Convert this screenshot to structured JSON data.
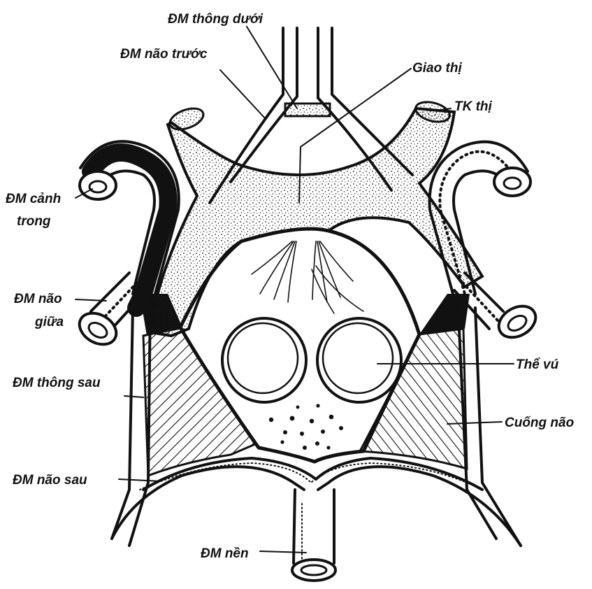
{
  "colors": {
    "ink": "#111111",
    "paper": "#ffffff",
    "stipple": "#1a1a1a"
  },
  "labels": {
    "dm_thong_duoi": "ĐM thông dưới",
    "dm_nao_truoc": "ĐM não trước",
    "giao_thi": "Giao thị",
    "tk_thi": "TK thị",
    "dm_canh_trong_1": "ĐM cảnh",
    "dm_canh_trong_2": "trong",
    "dm_nao_giua_1": "ĐM não",
    "dm_nao_giua_2": "giữa",
    "the_vu": "Thể vú",
    "dm_thong_sau": "ĐM thông sau",
    "cuong_nao": "Cuống não",
    "dm_nao_sau": "ĐM não sau",
    "dm_nen": "ĐM nền"
  }
}
